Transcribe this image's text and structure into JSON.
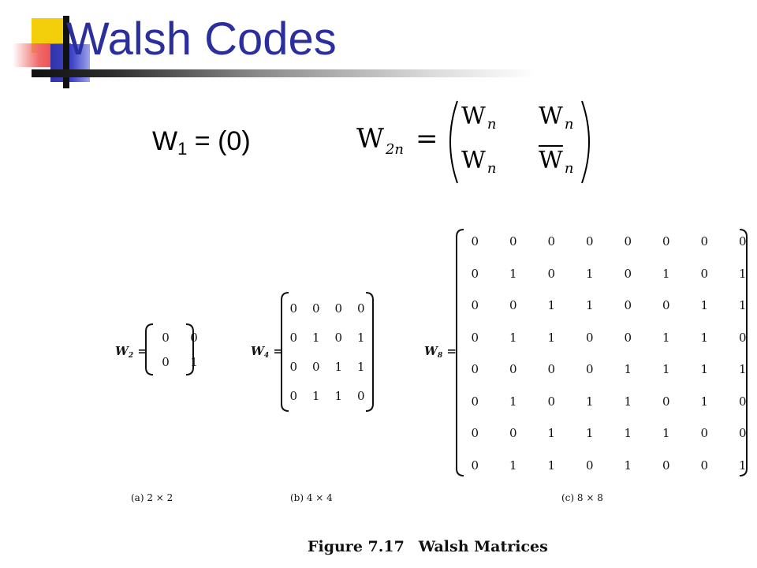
{
  "slide": {
    "title": "Walsh Codes",
    "base_case": {
      "lhs": "W",
      "sub": "1",
      "rhs": "= (0)"
    },
    "recurrence": {
      "lhs": "W",
      "lhs_sub": "2n",
      "equals": "=",
      "cells": [
        {
          "base": "W",
          "sub": "n",
          "complement": false
        },
        {
          "base": "W",
          "sub": "n",
          "complement": false
        },
        {
          "base": "W",
          "sub": "n",
          "complement": false
        },
        {
          "base": "W",
          "sub": "n",
          "complement": true
        }
      ]
    },
    "matrices": [
      {
        "label": "W",
        "sub": "2",
        "equals": "=",
        "caption": "(a) 2 × 2",
        "rows": [
          [
            "0",
            "0"
          ],
          [
            "0",
            "1"
          ]
        ]
      },
      {
        "label": "W",
        "sub": "4",
        "equals": "=",
        "caption": "(b) 4 × 4",
        "rows": [
          [
            "0",
            "0",
            "0",
            "0"
          ],
          [
            "0",
            "1",
            "0",
            "1"
          ],
          [
            "0",
            "0",
            "1",
            "1"
          ],
          [
            "0",
            "1",
            "1",
            "0"
          ]
        ]
      },
      {
        "label": "W",
        "sub": "8",
        "equals": "=",
        "caption": "(c) 8 × 8",
        "rows": [
          [
            "0",
            "0",
            "0",
            "0",
            "0",
            "0",
            "0",
            "0"
          ],
          [
            "0",
            "1",
            "0",
            "1",
            "0",
            "1",
            "0",
            "1"
          ],
          [
            "0",
            "0",
            "1",
            "1",
            "0",
            "0",
            "1",
            "1"
          ],
          [
            "0",
            "1",
            "1",
            "0",
            "0",
            "1",
            "1",
            "0"
          ],
          [
            "0",
            "0",
            "0",
            "0",
            "1",
            "1",
            "1",
            "1"
          ],
          [
            "0",
            "1",
            "0",
            "1",
            "1",
            "0",
            "1",
            "0"
          ],
          [
            "0",
            "0",
            "1",
            "1",
            "1",
            "1",
            "0",
            "0"
          ],
          [
            "0",
            "1",
            "1",
            "0",
            "1",
            "0",
            "0",
            "1"
          ]
        ]
      }
    ],
    "figure_caption": {
      "number": "Figure 7.17",
      "text": "Walsh Matrices"
    }
  }
}
